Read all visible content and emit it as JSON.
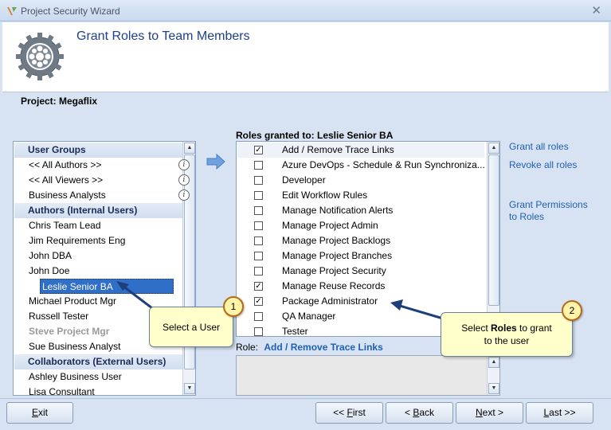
{
  "window": {
    "title": "Project Security Wizard"
  },
  "header": {
    "heading": "Grant Roles to Team Members"
  },
  "project_label": "Project: Megaflix",
  "users": [
    {
      "kind": "group",
      "label": "User Groups"
    },
    {
      "kind": "item",
      "label": "<< All Authors >>",
      "info": true
    },
    {
      "kind": "item",
      "label": "<< All Viewers >>",
      "info": true
    },
    {
      "kind": "item",
      "label": "Business Analysts",
      "info": true
    },
    {
      "kind": "group",
      "label": "Authors (Internal Users)"
    },
    {
      "kind": "item",
      "label": "Chris Team Lead"
    },
    {
      "kind": "item",
      "label": "Jim Requirements Eng"
    },
    {
      "kind": "item",
      "label": "John DBA"
    },
    {
      "kind": "item",
      "label": "John Doe"
    },
    {
      "kind": "item",
      "label": "Leslie Senior BA",
      "selected": true
    },
    {
      "kind": "item",
      "label": "Michael Product Mgr"
    },
    {
      "kind": "item",
      "label": "Russell Tester"
    },
    {
      "kind": "item",
      "label": "Steve Project Mgr",
      "disabled": true
    },
    {
      "kind": "item",
      "label": "Sue Business Analyst"
    },
    {
      "kind": "group",
      "label": "Collaborators (External Users)"
    },
    {
      "kind": "item",
      "label": "Ashley Business User"
    },
    {
      "kind": "item",
      "label": "Lisa Consultant"
    }
  ],
  "roles_title": "Roles granted to: Leslie Senior BA",
  "roles": [
    {
      "label": "Add / Remove Trace Links",
      "checked": true
    },
    {
      "label": "Azure DevOps - Schedule & Run Synchroniza...",
      "checked": false
    },
    {
      "label": "Developer",
      "checked": false
    },
    {
      "label": "Edit Workflow Rules",
      "checked": false
    },
    {
      "label": "Manage Notification Alerts",
      "checked": false
    },
    {
      "label": "Manage Project Admin",
      "checked": false
    },
    {
      "label": "Manage Project Backlogs",
      "checked": false
    },
    {
      "label": "Manage Project Branches",
      "checked": false
    },
    {
      "label": "Manage Project Security",
      "checked": false
    },
    {
      "label": "Manage Reuse Records",
      "checked": true
    },
    {
      "label": "Package Administrator",
      "checked": true
    },
    {
      "label": "QA Manager",
      "checked": false
    },
    {
      "label": "Tester",
      "checked": false
    }
  ],
  "links": {
    "grant_all": "Grant all roles",
    "revoke_all": "Revoke all roles",
    "grant_permissions_1": "Grant Permissions",
    "grant_permissions_2": "to Roles"
  },
  "role_detail": {
    "label": "Role:",
    "value": "Add / Remove Trace Links"
  },
  "callouts": {
    "one": {
      "number": "1",
      "text": "Select a User"
    },
    "two": {
      "number": "2",
      "text_pre": "Select ",
      "text_bold": "Roles",
      "text_post": " to grant",
      "text_line2": "to the user"
    }
  },
  "footer": {
    "exit": {
      "underline": "E",
      "rest": "xit"
    },
    "first": {
      "pre": "<< ",
      "underline": "F",
      "rest": "irst"
    },
    "back": {
      "pre": "< ",
      "underline": "B",
      "rest": "ack"
    },
    "next": {
      "pre": "",
      "underline": "N",
      "rest": "ext >"
    },
    "last": {
      "pre": "",
      "underline": "L",
      "rest": "ast >>"
    }
  },
  "colors": {
    "accent": "#2060b0",
    "selection": "#2f6fc8",
    "callout_bg": "#ffffcc"
  }
}
